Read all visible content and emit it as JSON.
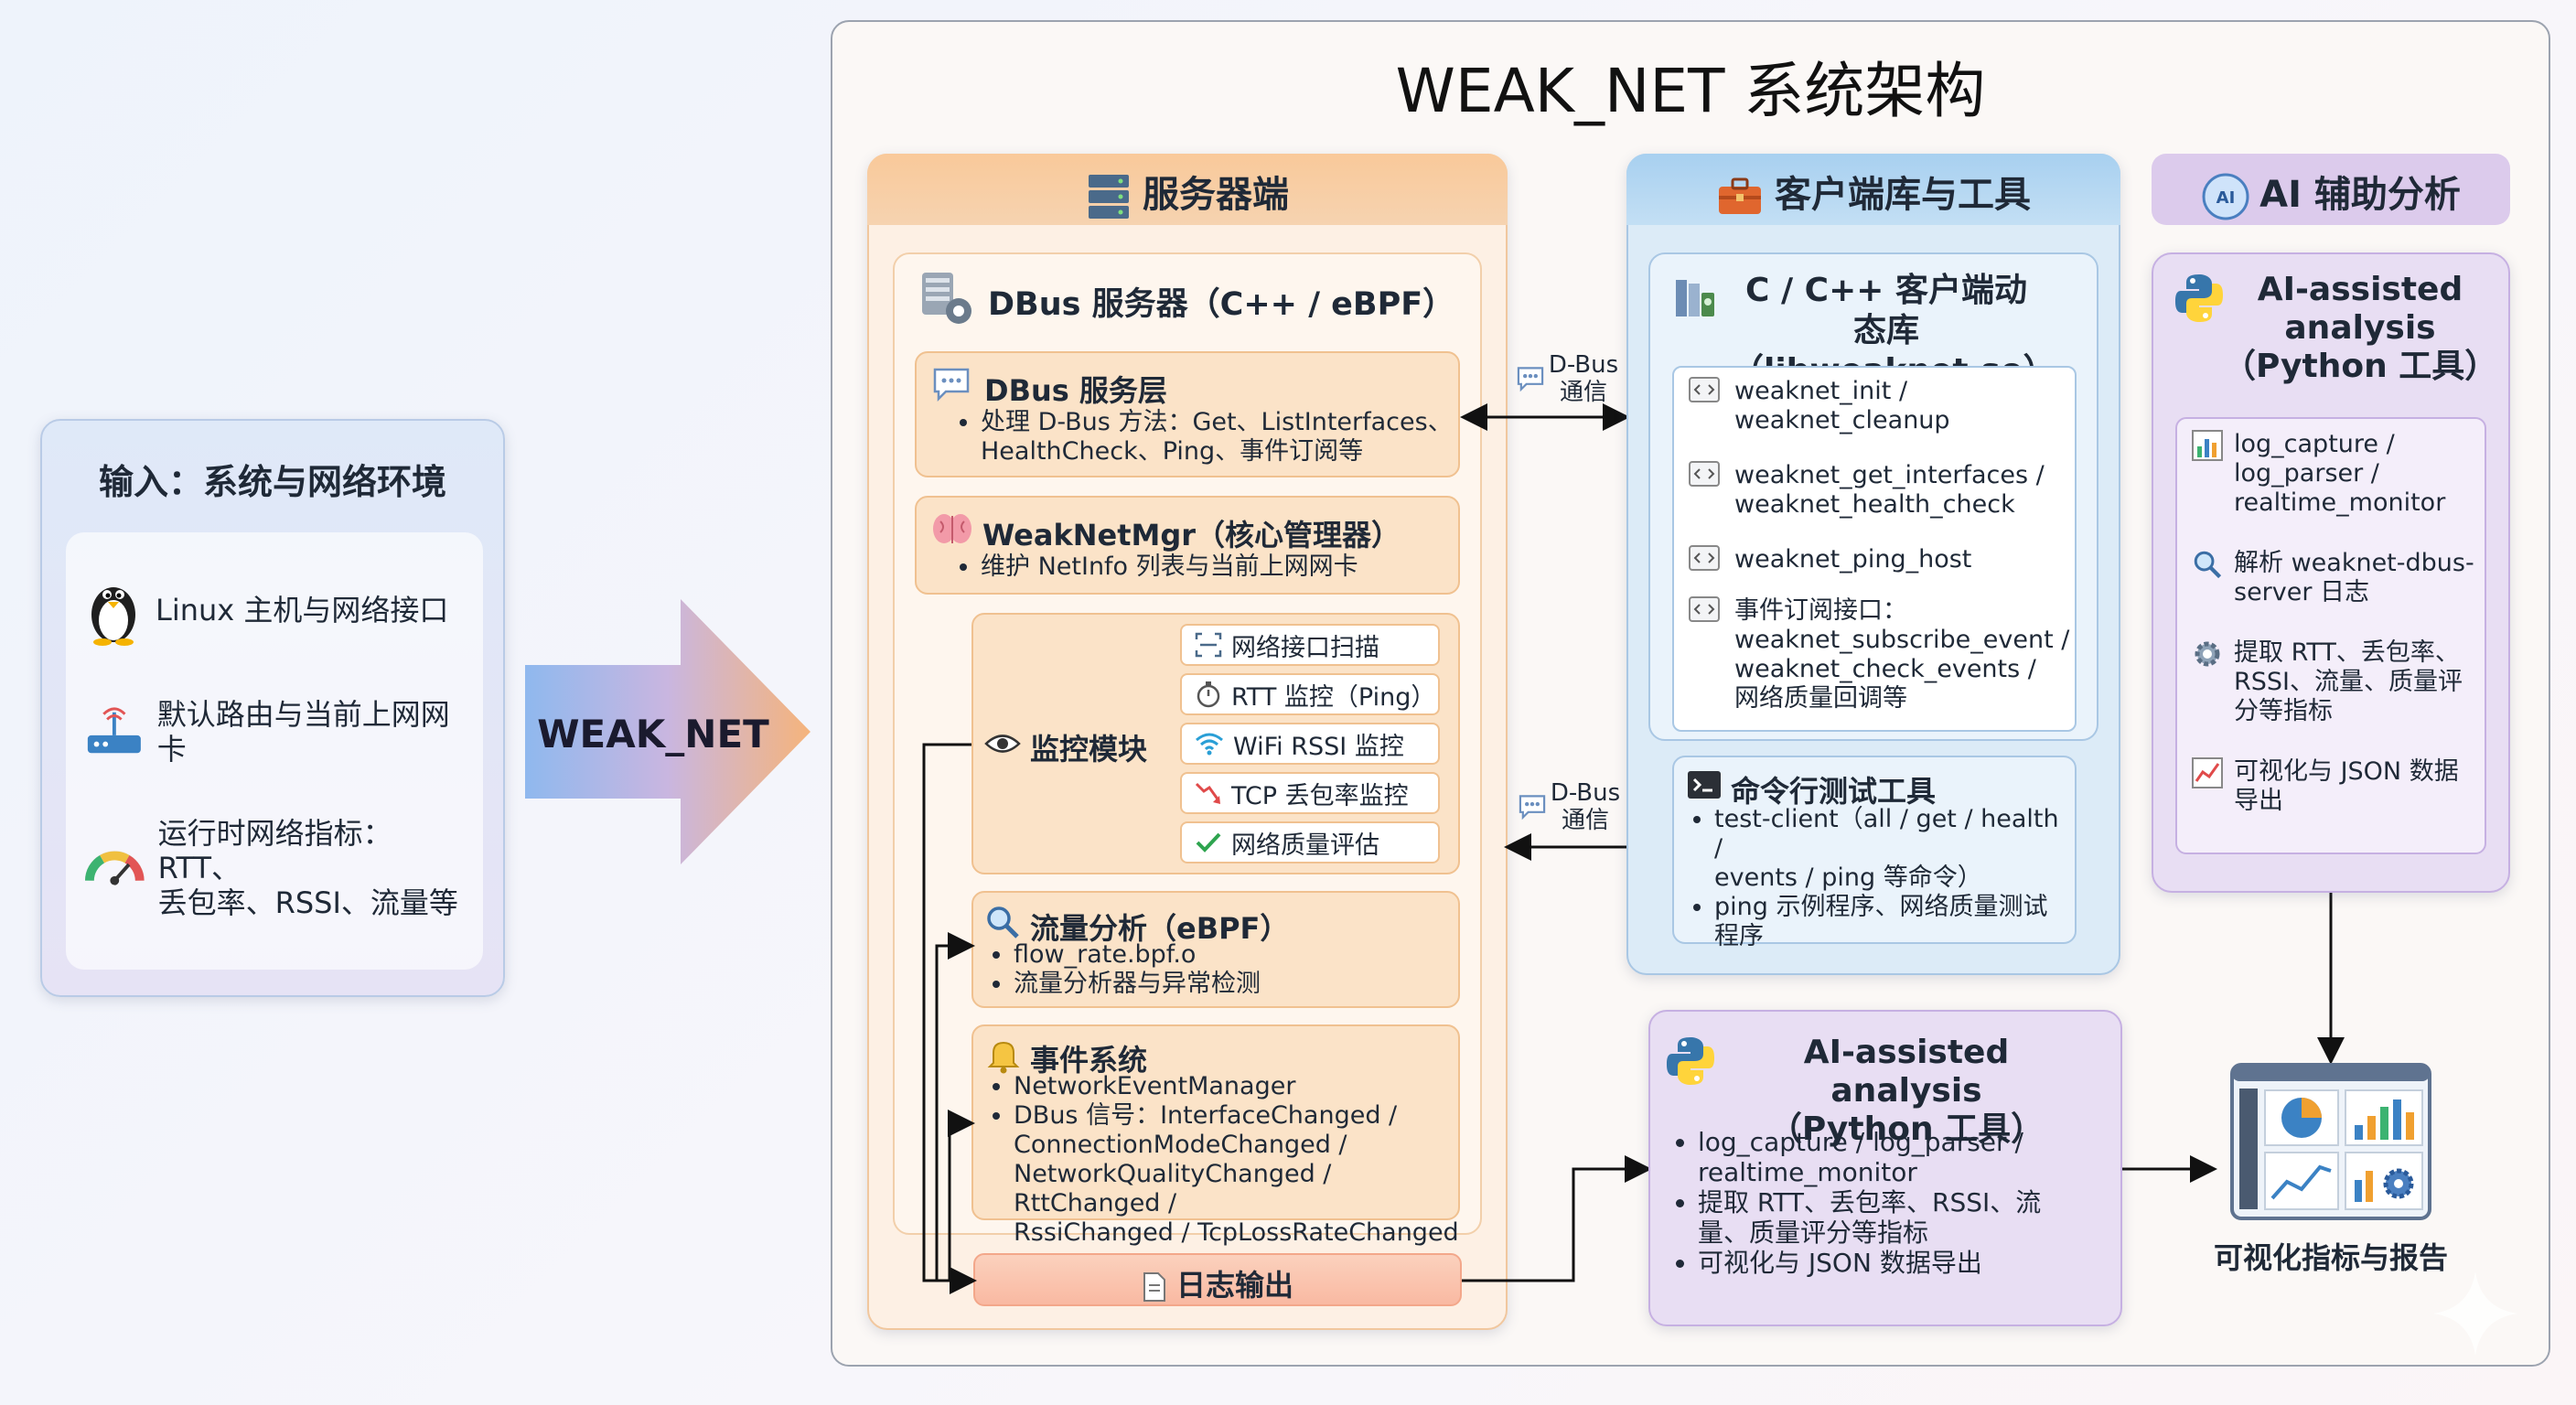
{
  "title": "WEAK_NET 系统架构",
  "input": {
    "title": "输入：系统与网络环境",
    "items": [
      {
        "icon": "penguin-icon",
        "label": "Linux 主机与网络接口"
      },
      {
        "icon": "router-icon",
        "label": "默认路由与当前上网网卡"
      },
      {
        "icon": "gauge-icon",
        "label_line1": "运行时网络指标：RTT、",
        "label_line2": "丢包率、RSSI、流量等"
      }
    ]
  },
  "arrow_label": "WEAK_NET",
  "server": {
    "header": "服务器端",
    "dbus_server_title": "DBus 服务器（C++ / eBPF）",
    "service_layer": {
      "title": "DBus 服务层",
      "text_line1": "处理 D-Bus 方法：Get、ListInterfaces、",
      "text_line2": "HealthCheck、Ping、事件订阅等"
    },
    "manager": {
      "title": "WeakNetMgr（核心管理器）",
      "text": "维护 NetInfo 列表与当前上网网卡"
    },
    "monitor": {
      "title": "监控模块",
      "items": [
        "网络接口扫描",
        "RTT 监控（Ping）",
        "WiFi RSSI 监控",
        "TCP 丢包率监控",
        "网络质量评估"
      ]
    },
    "flow": {
      "title": "流量分析（eBPF）",
      "items": [
        "flow_rate.bpf.o",
        "流量分析器与异常检测"
      ]
    },
    "events": {
      "title": "事件系统",
      "item1": "NetworkEventManager",
      "item2_lines": [
        "DBus 信号：InterfaceChanged /",
        "ConnectionModeChanged /",
        "NetworkQualityChanged / RttChanged /",
        "RssiChanged / TcpLossRateChanged"
      ]
    },
    "log": "日志输出"
  },
  "connections": {
    "dbus1_line1": "D-Bus",
    "dbus1_line2": "通信",
    "dbus2_line1": "D-Bus",
    "dbus2_line2": "通信"
  },
  "client": {
    "header": "客户端库与工具",
    "lib_title_line1": "C / C++ 客户端动态库",
    "lib_title_line2": "（libweaknet.so）",
    "apis": [
      {
        "lines": [
          "weaknet_init /",
          "weaknet_cleanup"
        ]
      },
      {
        "lines": [
          "weaknet_get_interfaces /",
          "weaknet_health_check"
        ]
      },
      {
        "lines": [
          "weaknet_ping_host"
        ]
      },
      {
        "lines": [
          "事件订阅接口：",
          "weaknet_subscribe_event /",
          "weaknet_check_events /",
          "网络质量回调等"
        ]
      }
    ],
    "cli": {
      "title": "命令行测试工具",
      "item1_lines": [
        "test-client（all / get / health /",
        "events / ping 等命令）"
      ],
      "item2_lines": [
        "ping 示例程序、网络质量测试",
        "程序"
      ]
    }
  },
  "ai": {
    "header": "AI 辅助分析",
    "tool_title_lines": [
      "AI-assisted",
      "analysis",
      "（Python 工具）"
    ],
    "rows": [
      {
        "icon": "bar-chart-icon",
        "lines": [
          "log_capture /",
          "log_parser /",
          "realtime_monitor"
        ]
      },
      {
        "icon": "magnifier-icon",
        "lines": [
          "解析 weaknet-dbus-",
          "server 日志"
        ]
      },
      {
        "icon": "gear-icon",
        "lines": [
          "提取 RTT、丢包率、",
          "RSSI、流量、质量评",
          "分等指标"
        ]
      },
      {
        "icon": "line-chart-icon",
        "lines": [
          "可视化与 JSON 数据",
          "导出"
        ]
      }
    ]
  },
  "ai_bottom": {
    "title_line1": "AI-assisted analysis",
    "title_line2": "（Python 工具）",
    "items": [
      {
        "lines": [
          "log_capture / log_parser /",
          "realtime_monitor"
        ]
      },
      {
        "lines": [
          "提取 RTT、丢包率、RSSI、流",
          "量、质量评分等指标"
        ]
      },
      {
        "lines": [
          "可视化与 JSON 数据导出"
        ]
      }
    ]
  },
  "output_label": "可视化指标与报告",
  "colors": {
    "server": "#fbe3c8",
    "client": "#dcebf7",
    "ai": "#e8def3",
    "input": "#dfe9f8"
  }
}
